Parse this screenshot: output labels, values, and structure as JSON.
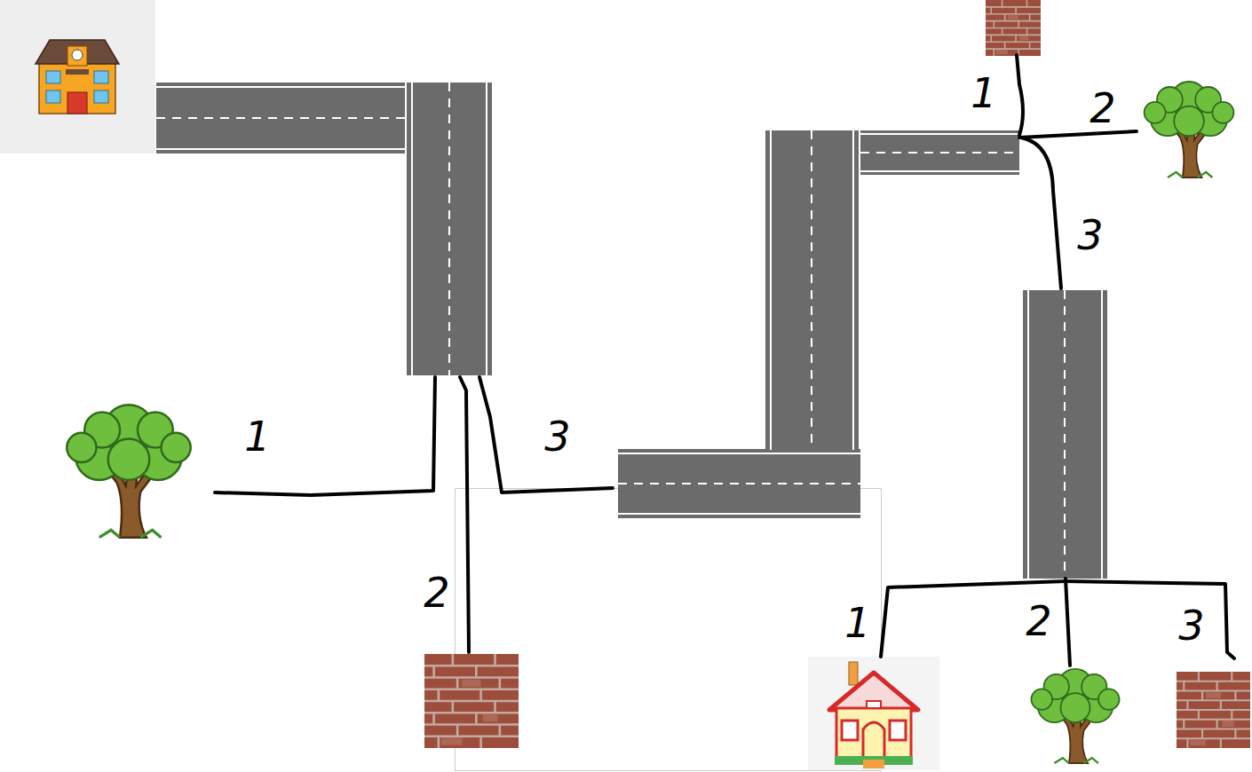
{
  "diagram": {
    "labels": [
      "1",
      "3",
      "2",
      "1",
      "2",
      "3",
      "1",
      "2",
      "3"
    ]
  }
}
